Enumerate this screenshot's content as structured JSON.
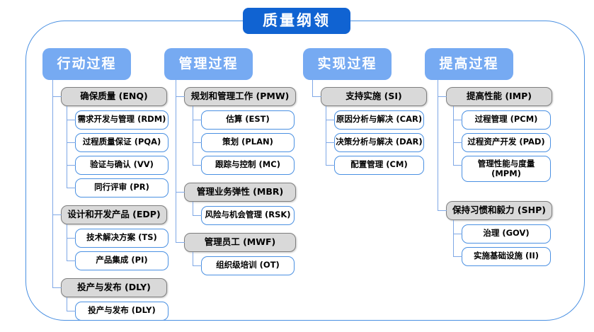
{
  "title": "质量纲领",
  "colors": {
    "title_bg": "#1063d2",
    "header_bg": "#76aaf2",
    "gray_bg": "#d9d9d9",
    "gray_border": "#7f7f7f",
    "white_border": "#4a90e2",
    "line": "#7fa8e6",
    "frame_border": "#4a90e2"
  },
  "columns": [
    {
      "id": "action",
      "header": "行动过程",
      "groups": [
        {
          "label": "确保质量 (ENQ)",
          "children": [
            "需求开发与管理 (RDM)",
            "过程质量保证 (PQA)",
            "验证与确认 (VV)",
            "同行评审 (PR)"
          ]
        },
        {
          "label": "设计和开发产品 (EDP)",
          "children": [
            "技术解决方案 (TS)",
            "产品集成 (PI)"
          ]
        },
        {
          "label": "投产与发布 (DLY)",
          "children": [
            "投产与发布 (DLY)"
          ]
        }
      ]
    },
    {
      "id": "management",
      "header": "管理过程",
      "groups": [
        {
          "label": "规划和管理工作 (PMW)",
          "children": [
            "估算 (EST)",
            "策划 (PLAN)",
            "跟踪与控制 (MC)"
          ]
        },
        {
          "label": "管理业务弹性 (MBR)",
          "children": [
            "风险与机会管理 (RSK)"
          ]
        },
        {
          "label": "管理员工 (MWF)",
          "children": [
            "组织级培训 (OT)"
          ]
        }
      ]
    },
    {
      "id": "implementation",
      "header": "实现过程",
      "groups": [
        {
          "label": "支持实施 (SI)",
          "children": [
            "原因分析与解决 (CAR)",
            "决策分析与解决 (DAR)",
            "配置管理 (CM)"
          ]
        }
      ]
    },
    {
      "id": "improvement",
      "header": "提高过程",
      "groups": [
        {
          "label": "提高性能 (IMP)",
          "children": [
            "过程管理 (PCM)",
            "过程资产开发 (PAD)",
            "管理性能与度量 (MPM)"
          ]
        },
        {
          "label": "保持习惯和毅力 (SHP)",
          "children": [
            "治理 (GOV)",
            "实施基础设施 (II)"
          ]
        }
      ]
    }
  ]
}
